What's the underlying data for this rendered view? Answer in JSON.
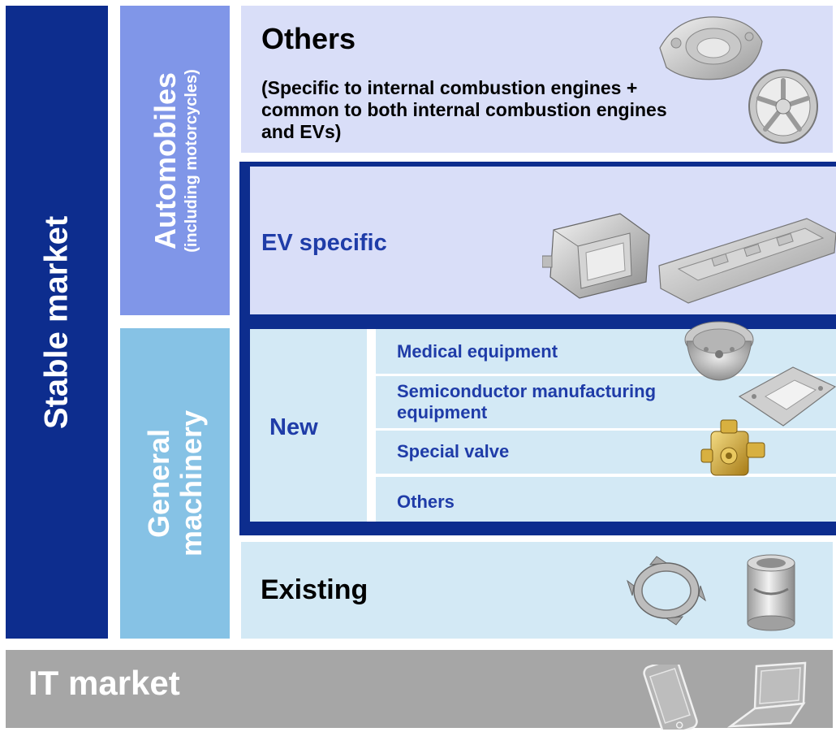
{
  "stable_market": {
    "label": "Stable market"
  },
  "automobiles": {
    "label": "Automobiles",
    "sublabel": "(including motorcycles)"
  },
  "general_machinery": {
    "line1": "General",
    "line2": "machinery"
  },
  "others_block": {
    "title": "Others",
    "description": "(Specific to internal combustion engines + common to both internal combustion engines and EVs)"
  },
  "ev_specific": {
    "title": "EV specific"
  },
  "new_segment": {
    "label": "New",
    "items": [
      {
        "label": "Medical equipment"
      },
      {
        "label": "Semiconductor manufacturing equipment"
      },
      {
        "label": "Special valve"
      },
      {
        "label": "Others"
      }
    ]
  },
  "existing": {
    "title": "Existing"
  },
  "it_market": {
    "title": "IT market"
  },
  "icons": {
    "others": [
      "gearbox-casing-image",
      "wheel-image"
    ],
    "ev": [
      "inverter-case-image",
      "battery-tray-image"
    ],
    "new": [
      "medical-bowl-image",
      "semiconductor-plate-image",
      "brass-valve-image"
    ],
    "existing": [
      "watch-case-image",
      "cylinder-sleeve-image"
    ],
    "it": [
      "smartphone-icon",
      "laptop-icon"
    ]
  },
  "colors": {
    "stable": "#0d2d8e",
    "automobiles": "#8096e8",
    "general": "#86c2e5",
    "light_purple": "#d9def8",
    "light_blue": "#d3e9f5",
    "ev_text": "#1f3ca8",
    "it": "#a6a6a6"
  }
}
